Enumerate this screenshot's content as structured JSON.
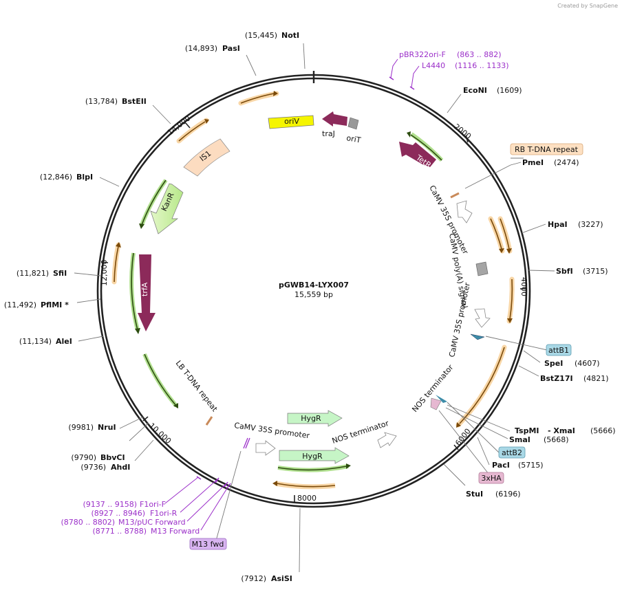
{
  "watermark": "Created by SnapGene",
  "plasmid": {
    "name": "pGWB14-LYX007",
    "size": "15,559 bp",
    "length": 15559
  },
  "ticks": [
    {
      "label": "2000",
      "pos": 2000
    },
    {
      "label": "4000",
      "pos": 4000
    },
    {
      "label": "6000",
      "pos": 6000
    },
    {
      "label": "8000",
      "pos": 8000
    },
    {
      "label": "10,000",
      "pos": 10000
    },
    {
      "label": "12,000",
      "pos": 12000
    },
    {
      "label": "14,000",
      "pos": 14000
    }
  ],
  "enzymes": [
    {
      "name": "NotI",
      "pos": "(15,445)"
    },
    {
      "name": "PasI",
      "pos": "(14,893)"
    },
    {
      "name": "EcoNI",
      "pos": "(1609)"
    },
    {
      "name": "BstEII",
      "pos": "(13,784)"
    },
    {
      "name": "PmeI",
      "pos": "(2474)"
    },
    {
      "name": "BlpI",
      "pos": "(12,846)"
    },
    {
      "name": "HpaI",
      "pos": "(3227)"
    },
    {
      "name": "SbfI",
      "pos": "(3715)"
    },
    {
      "name": "SfiI",
      "pos": "(11,821)"
    },
    {
      "name": "PflMI *",
      "pos": "(11,492)"
    },
    {
      "name": "AleI",
      "pos": "(11,134)"
    },
    {
      "name": "SpeI",
      "pos": "(4607)"
    },
    {
      "name": "BstZ17I",
      "pos": "(4821)"
    },
    {
      "name": "TspMI",
      "pos": ""
    },
    {
      "name": "- XmaI",
      "pos": "(5666)"
    },
    {
      "name": "SmaI",
      "pos": "(5668)"
    },
    {
      "name": "PacI",
      "pos": "(5715)"
    },
    {
      "name": "StuI",
      "pos": "(6196)"
    },
    {
      "name": "NruI",
      "pos": "(9981)"
    },
    {
      "name": "BbvCI",
      "pos": "(9790)"
    },
    {
      "name": "AhdI",
      "pos": "(9736)"
    },
    {
      "name": "AsiSI",
      "pos": "(7912)"
    }
  ],
  "primers": [
    {
      "name": "pBR322ori-F",
      "range": "(863 .. 882)"
    },
    {
      "name": "L4440",
      "range": "(1116 .. 1133)"
    },
    {
      "name": "F1ori-F",
      "range": "(9137 .. 9158)"
    },
    {
      "name": "F1ori-R",
      "range": "(8927 .. 8946)"
    },
    {
      "name": "M13/pUC Forward",
      "range": "(8780 .. 8802)"
    },
    {
      "name": "M13 Forward",
      "range": "(8771 .. 8788)"
    }
  ],
  "boxed_features": [
    {
      "label": "RB T-DNA repeat",
      "color": "#fde0c2"
    },
    {
      "label": "attB1",
      "color": "#a9d8e6"
    },
    {
      "label": "attB2",
      "color": "#a9d8e6"
    },
    {
      "label": "3xHA",
      "color": "#e6b8d1"
    },
    {
      "label": "M13 fwd",
      "color": "#d8b4f0"
    }
  ],
  "features": {
    "oriV": "oriV",
    "traJ": "traJ",
    "oriT": "oriT",
    "TetR": "TetR",
    "IS1": "IS1",
    "KanR": "KanR",
    "trfA": "trfA",
    "CaMV35S_1": "CaMV 35S promoter",
    "polyA": "CaMV poly(A) signal",
    "CaMV35S_2": "CaMV 35S promoter",
    "NOS_1": "NOS terminator",
    "LB": "LB T-DNA repeat",
    "HygR_1": "HygR",
    "HygR_2": "HygR",
    "CaMV35S_3": "CaMV 35S promoter",
    "NOS_2": "NOS terminator"
  },
  "colors": {
    "backbone": "#222222",
    "orf": "#f0a33a",
    "resistance": "#7bc943",
    "trfA": "#8c2a5a",
    "oriV": "#f5f500",
    "hygR": "#c6f5c6",
    "primer": "#9b2fc9",
    "IS1": "#fcdcc0"
  }
}
